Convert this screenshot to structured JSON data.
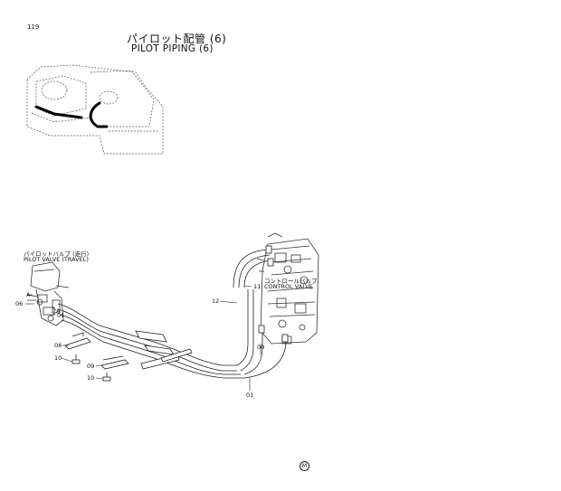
{
  "page_number": "119",
  "title_jp": "パイロット配管 (6)",
  "title_en": "PILOT PIPING (6)",
  "labels": {
    "pilot_valve_jp": "パイロットバルブ (走行)",
    "pilot_valve_en": "PILOT VALVE (TRAVEL)",
    "control_valve_jp": "コントロールバルブ",
    "control_valve_en": "CONTROL VALVE"
  },
  "part_numbers": {
    "p12": "12",
    "p11": "11",
    "p06": "06",
    "p05": "05",
    "p08": "08",
    "p10a": "10",
    "p09b": "09",
    "p10b": "10",
    "p00": "00",
    "p01": "01"
  },
  "view_letters": {
    "a1": "A",
    "a2": "A"
  },
  "mark": "M"
}
